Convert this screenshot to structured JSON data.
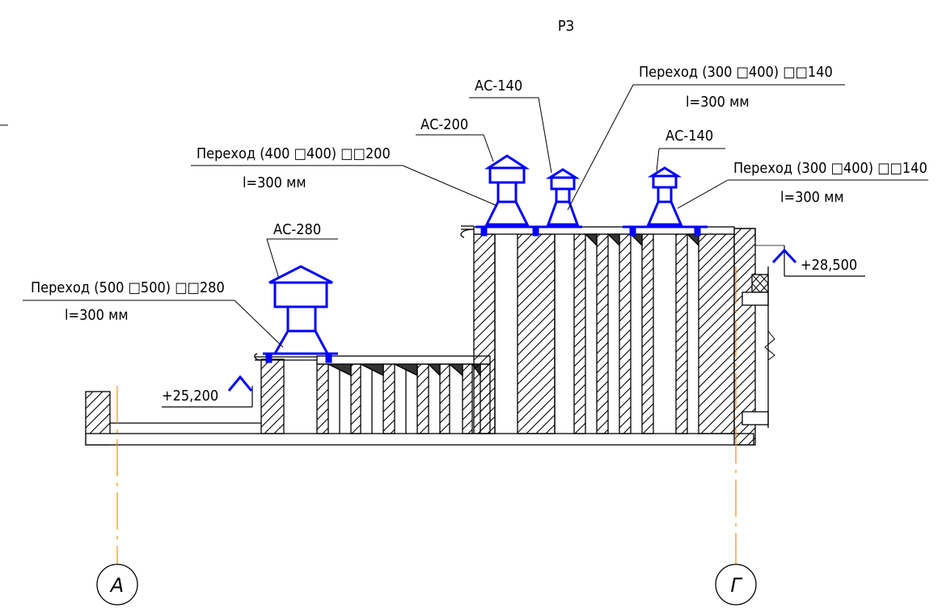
{
  "sheet": {
    "title": "РЗ"
  },
  "labels": {
    "ac280": "АС-280",
    "tr500": "Переход (500 □500) □□280",
    "tr500_len": "l=300 мм",
    "ac200": "АС-200",
    "tr400": "Переход (400 □400) □□200",
    "tr400_len": "l=300 мм",
    "ac140a": "АС-140",
    "tr300a": "Переход (300 □400) □□140",
    "tr300a_len": "l=300 мм",
    "ac140b": "АС-140",
    "tr300b": "Переход (300 □400) □□140",
    "tr300b_len": "l=300 мм"
  },
  "elevations": {
    "low": "+25,200",
    "high": "+28,500"
  },
  "axes": {
    "left": "А",
    "right": "Г"
  },
  "colors": {
    "equipment": "#0000ff",
    "axis_line": "#ff8c00",
    "lines": "#000000"
  }
}
